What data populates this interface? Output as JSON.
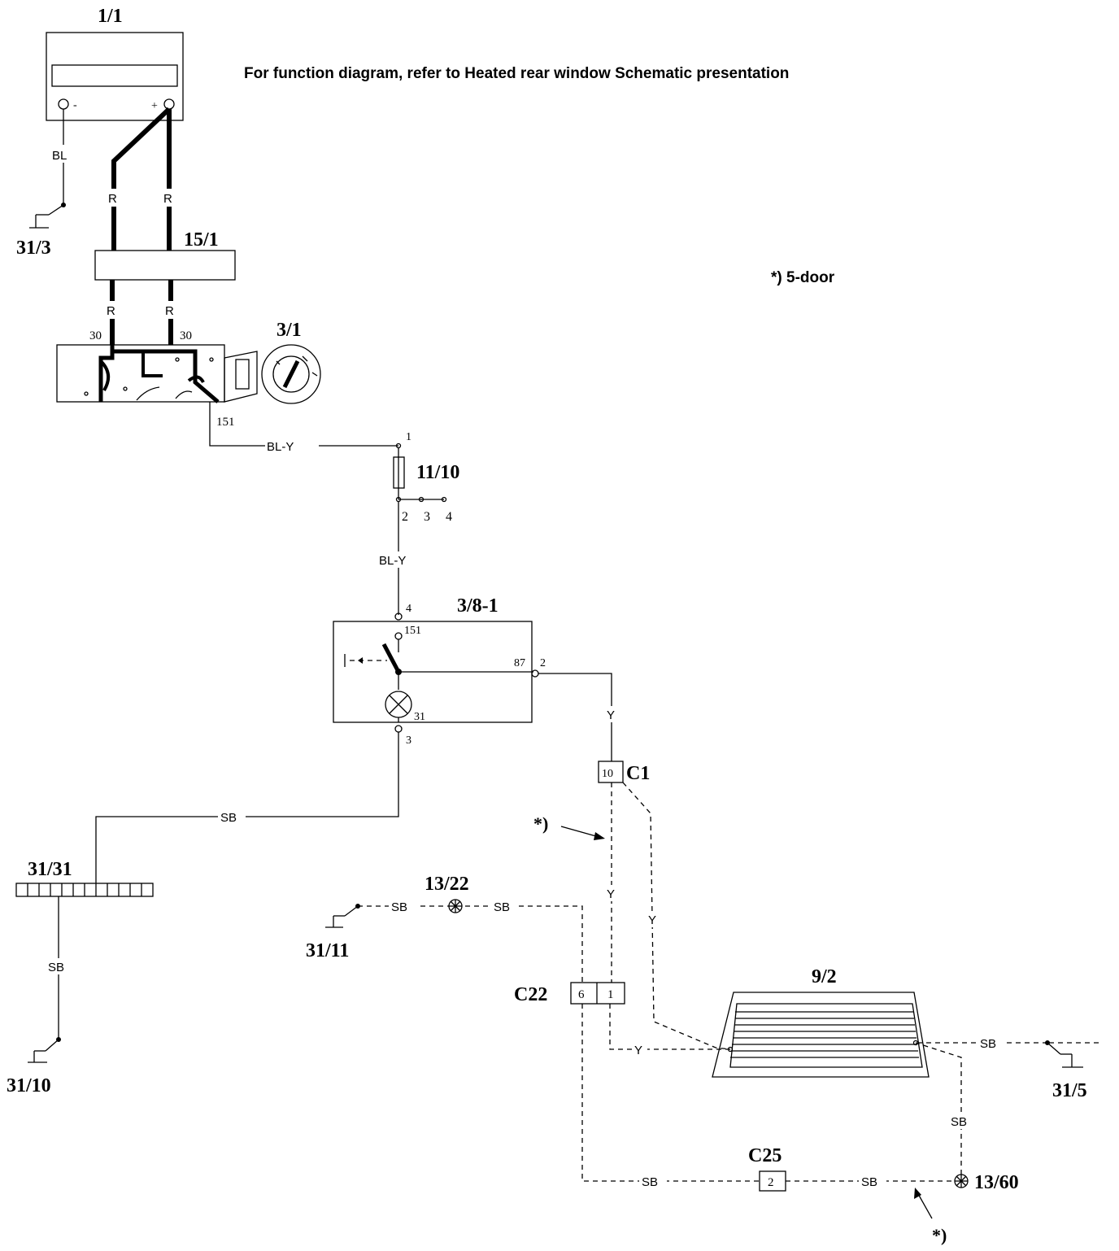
{
  "notes": {
    "function_note": "For function diagram, refer to Heated rear window Schematic presentation",
    "five_door_note": "*) 5-door",
    "asterisk_marker": "*)"
  },
  "components": {
    "battery": "1/1",
    "fusebox_main": "15/1",
    "ignition_switch": "3/1",
    "fuse": "11/10",
    "heater_switch": "3/8-1",
    "ground_strip": "31/31",
    "rear_window": "9/2",
    "splice_13_22": "13/22",
    "splice_13_60": "13/60",
    "connector_c1": "C1",
    "connector_c22": "C22",
    "connector_c25": "C25"
  },
  "grounds": {
    "g31_3": "31/3",
    "g31_10": "31/10",
    "g31_11": "31/11",
    "g31_5": "31/5"
  },
  "wire_colors": {
    "bl": "BL",
    "r": "R",
    "bl_y": "BL-Y",
    "y": "Y",
    "sb": "SB"
  },
  "pins": {
    "ign_30": "30",
    "ign_151": "151",
    "fuse_1": "1",
    "fuse_2": "2",
    "fuse_3": "3",
    "fuse_4": "4",
    "sw_4": "4",
    "sw_151": "151",
    "sw_87": "87",
    "sw_2": "2",
    "sw_31": "31",
    "sw_3": "3",
    "c1_10": "10",
    "c22_6": "6",
    "c22_1": "1",
    "c25_2": "2",
    "batt_minus": "-",
    "batt_plus": "+"
  }
}
